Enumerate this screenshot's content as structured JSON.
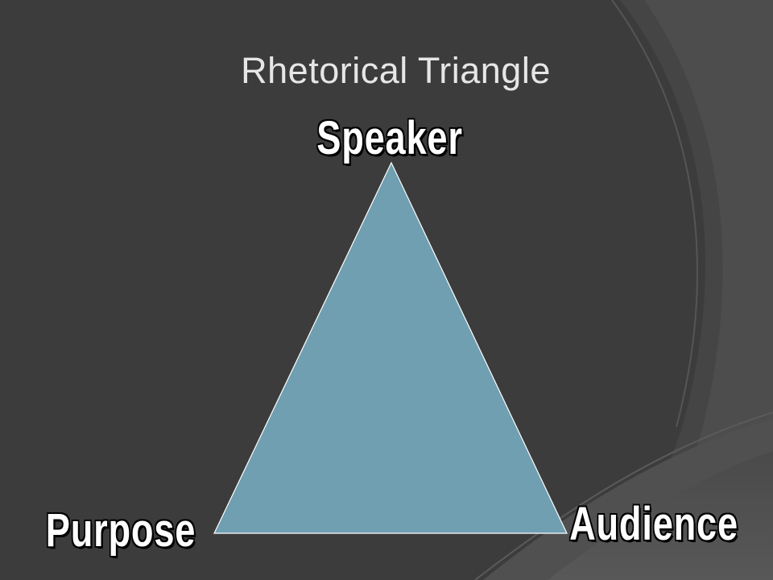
{
  "slide": {
    "title": "Rhetorical Triangle"
  },
  "triangle": {
    "top_label": "Speaker",
    "bottom_left_label": "Purpose",
    "bottom_right_label": "Audience",
    "fill_color": "#6f9fb1",
    "background_color": "#3d3d3d"
  }
}
